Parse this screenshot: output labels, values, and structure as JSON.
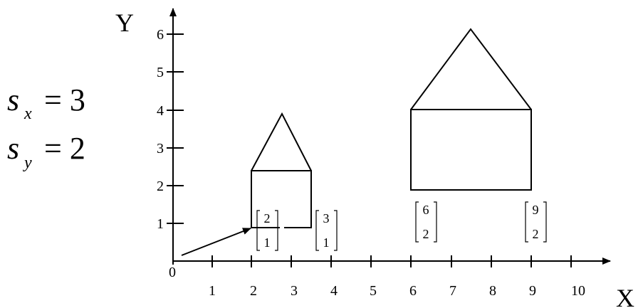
{
  "scale": {
    "sx_label": "s",
    "sx_sub": "x",
    "sx_rhs": "= 3",
    "sy_label": "s",
    "sy_sub": "y",
    "sy_rhs": "= 2"
  },
  "axes": {
    "x_name": "X",
    "y_name": "Y",
    "origin": "0",
    "x_ticks": [
      "1",
      "2",
      "3",
      "4",
      "5",
      "6",
      "7",
      "8",
      "9",
      "10"
    ],
    "y_ticks": [
      "1",
      "2",
      "3",
      "4",
      "5",
      "6"
    ]
  },
  "vectors": [
    {
      "top": "2",
      "bottom": "1"
    },
    {
      "top": "3",
      "bottom": "1"
    },
    {
      "top": "6",
      "bottom": "2"
    },
    {
      "top": "9",
      "bottom": "2"
    }
  ]
}
